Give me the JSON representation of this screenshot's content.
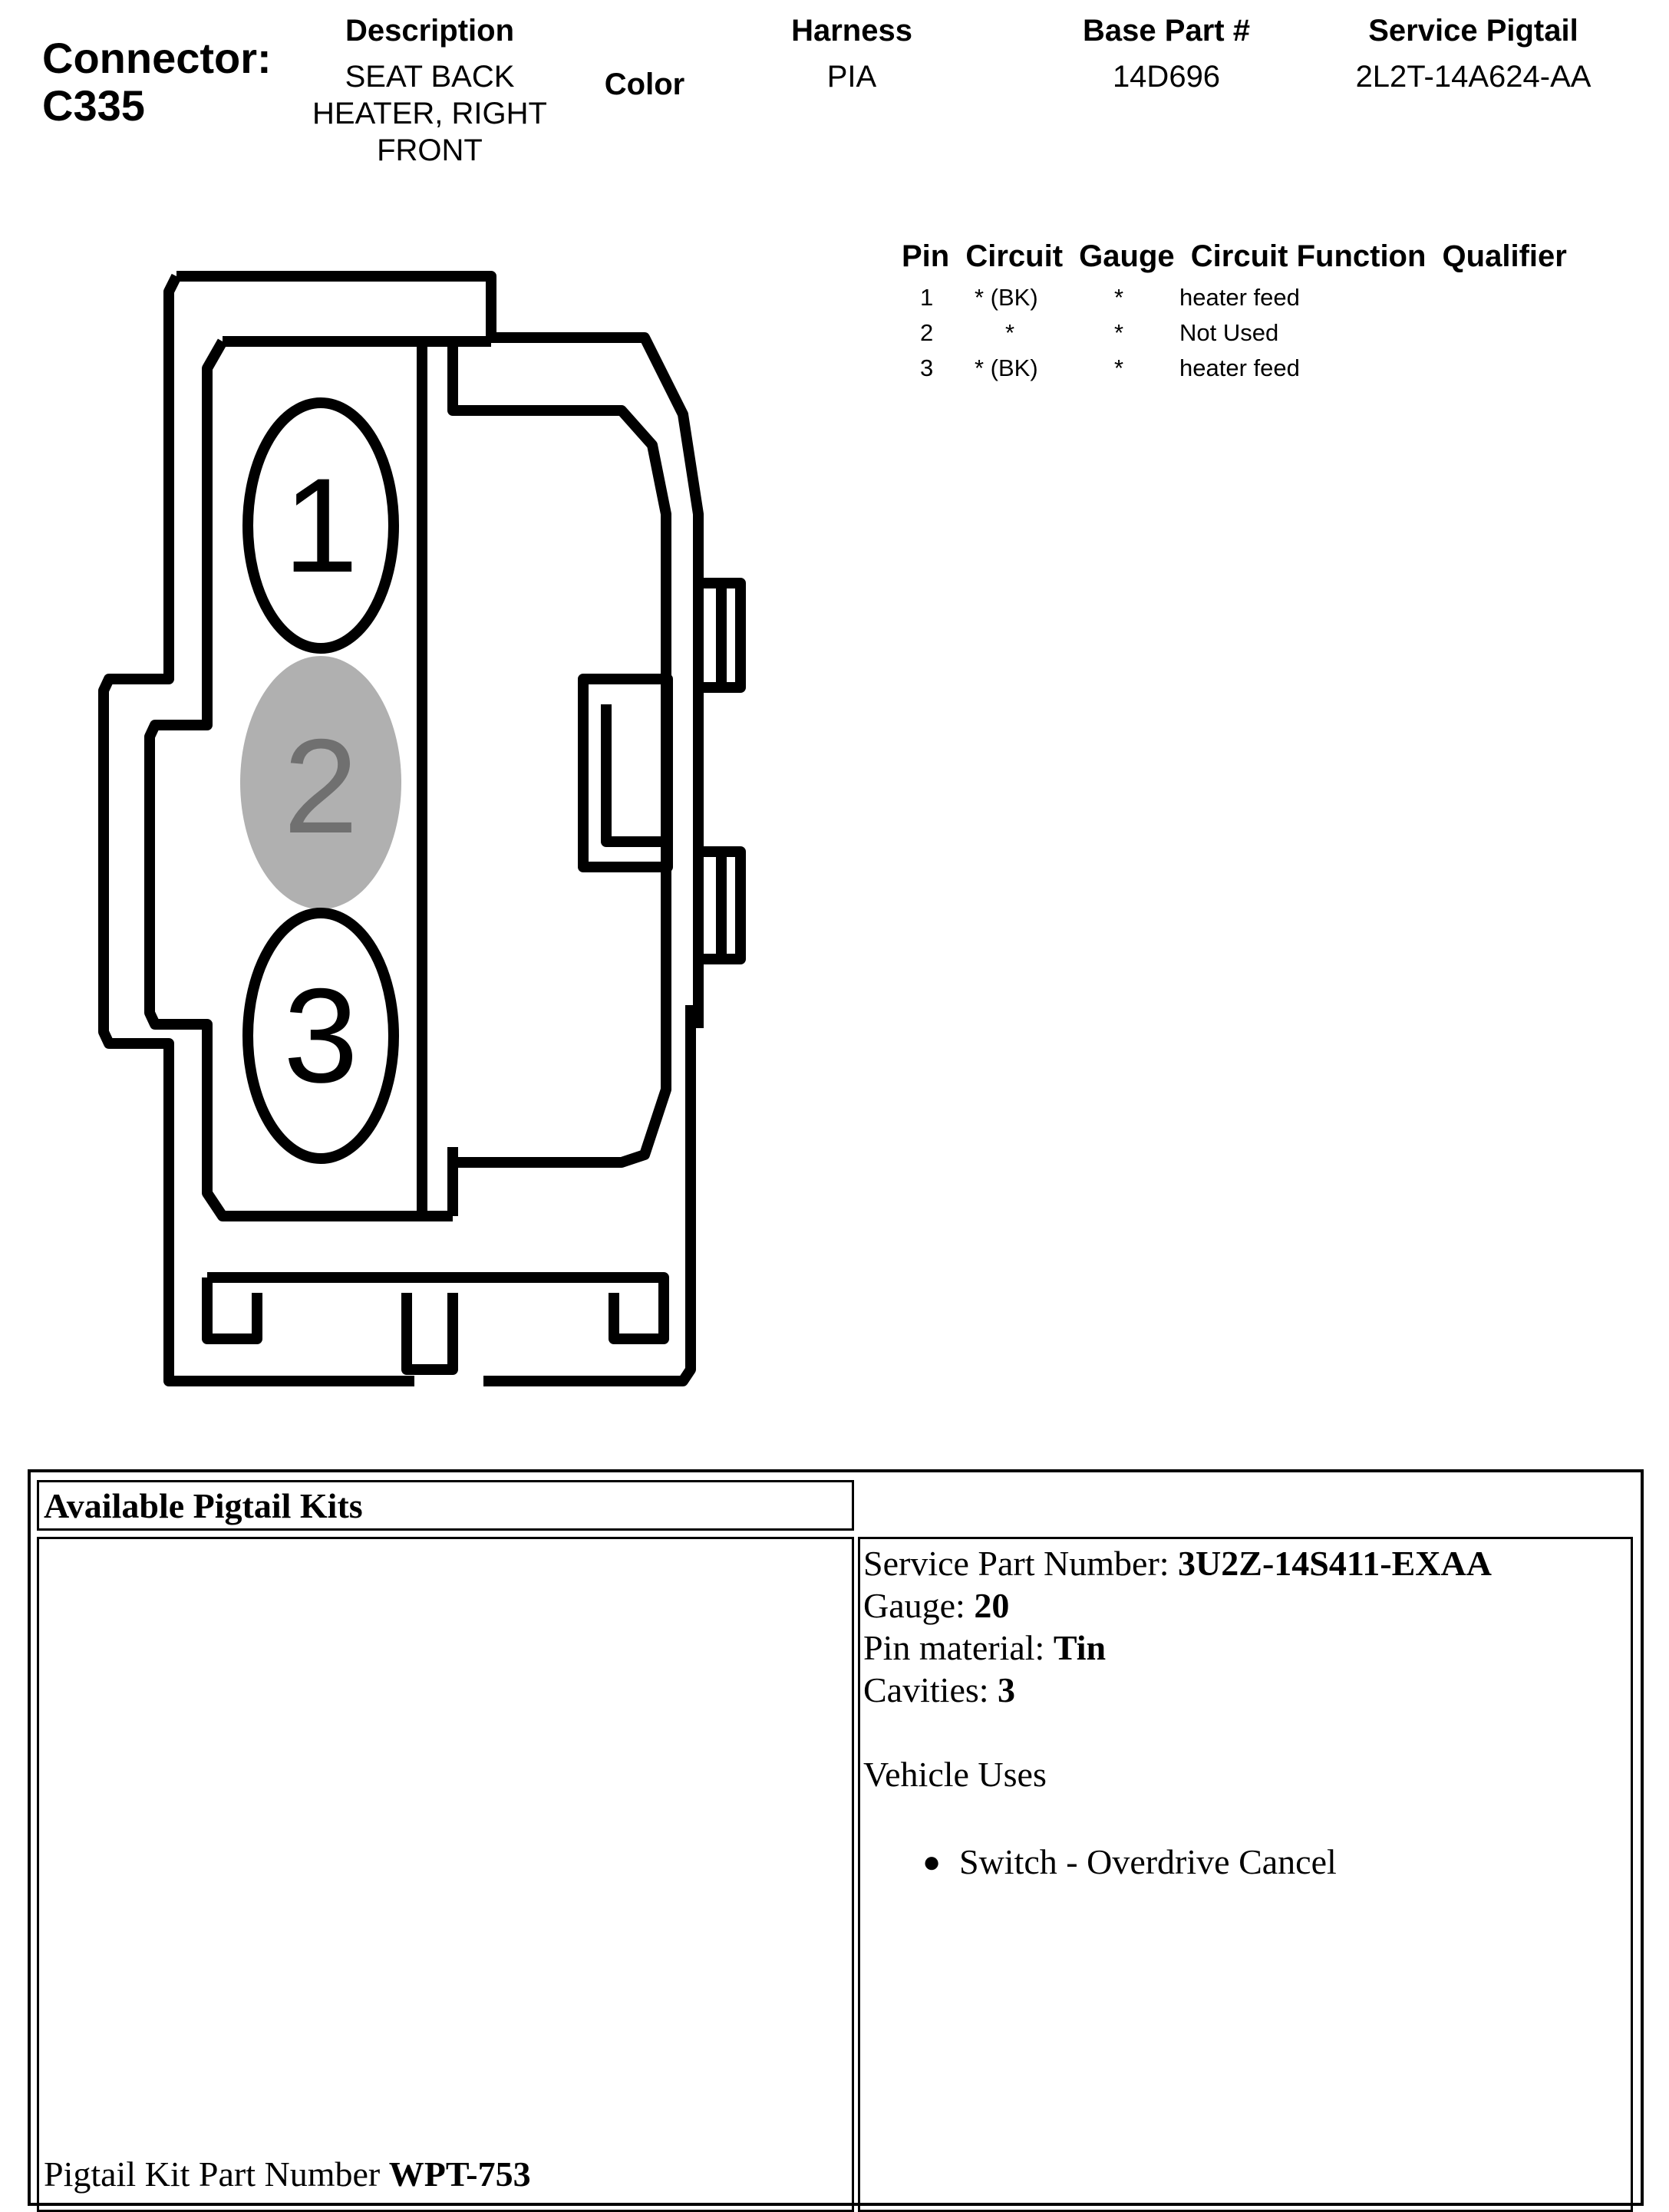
{
  "header": {
    "connector_label": "Connector:",
    "connector_id": "C335",
    "description_label": "Description",
    "description_value_lines": [
      "SEAT BACK",
      "HEATER, RIGHT",
      "FRONT"
    ],
    "color_label": "Color",
    "harness_label": "Harness",
    "harness_value": "PIA",
    "base_part_label": "Base Part #",
    "base_part_value": "14D696",
    "service_pigtail_label": "Service Pigtail",
    "service_pigtail_value": "2L2T-14A624-AA"
  },
  "pin_table": {
    "headers": [
      "Pin",
      "Circuit",
      "Gauge",
      "Circuit Function",
      "Qualifier"
    ],
    "rows": [
      {
        "pin": "1",
        "circuit": "* (BK)",
        "gauge": "*",
        "function": "heater feed"
      },
      {
        "pin": "2",
        "circuit": "*",
        "gauge": "*",
        "function": "Not Used"
      },
      {
        "pin": "3",
        "circuit": "* (BK)",
        "gauge": "*",
        "function": "heater feed"
      }
    ]
  },
  "diagram": {
    "pins": [
      {
        "label": "1",
        "state": "used"
      },
      {
        "label": "2",
        "state": "not-used"
      },
      {
        "label": "3",
        "state": "used"
      }
    ],
    "colors": {
      "outline": "#000000",
      "unused_pin": "#b0b0b0",
      "unused_text": "#707070"
    }
  },
  "kits": {
    "title": "Available Pigtail Kits",
    "kit_part_label": "Pigtail Kit Part Number ",
    "kit_part_value": "WPT-753",
    "service_part_label": "Service Part Number: ",
    "service_part_value": "3U2Z-14S411-EXAA",
    "gauge_label": "Gauge: ",
    "gauge_value": "20",
    "pin_material_label": "Pin material: ",
    "pin_material_value": "Tin",
    "cavities_label": "Cavities: ",
    "cavities_value": "3",
    "vehicle_uses_label": "Vehicle Uses",
    "vehicle_uses": [
      "Switch - Overdrive Cancel"
    ]
  }
}
